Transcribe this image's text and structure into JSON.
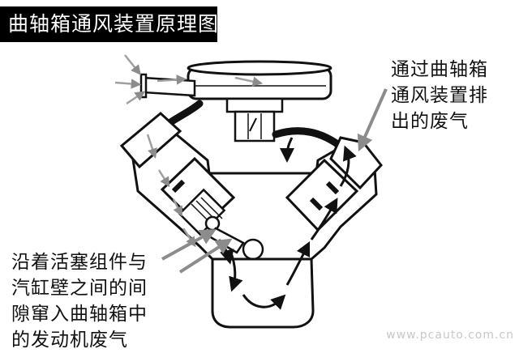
{
  "title": "曲轴箱通风装置原理图",
  "annotation_right": [
    "通过曲轴箱",
    "通风装置排",
    "出的废气"
  ],
  "annotation_left": [
    "沿着活塞组件与",
    "汽缸壁之间的间",
    "隙窜入曲轴箱中",
    "的发动机废气"
  ],
  "watermark": "www.pcauto.com.cn",
  "colors": {
    "title_bg": "#000000",
    "title_fg": "#ffffff",
    "engine_fill": "#ffffff",
    "engine_stroke": "#111111",
    "pointer_arrow": "#8c8c8c",
    "intake_arrow": "#a0a0a0",
    "gas_arrow": "#111111"
  }
}
